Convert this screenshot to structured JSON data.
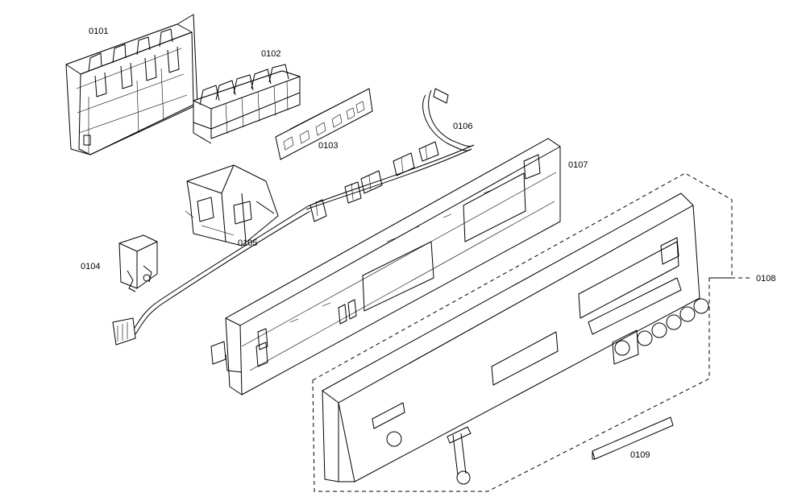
{
  "diagram": {
    "parts": [
      {
        "id": "0101"
      },
      {
        "id": "0102"
      },
      {
        "id": "0103"
      },
      {
        "id": "0104"
      },
      {
        "id": "0105"
      },
      {
        "id": "0106"
      },
      {
        "id": "0107"
      },
      {
        "id": "0108"
      },
      {
        "id": "0109"
      }
    ]
  }
}
